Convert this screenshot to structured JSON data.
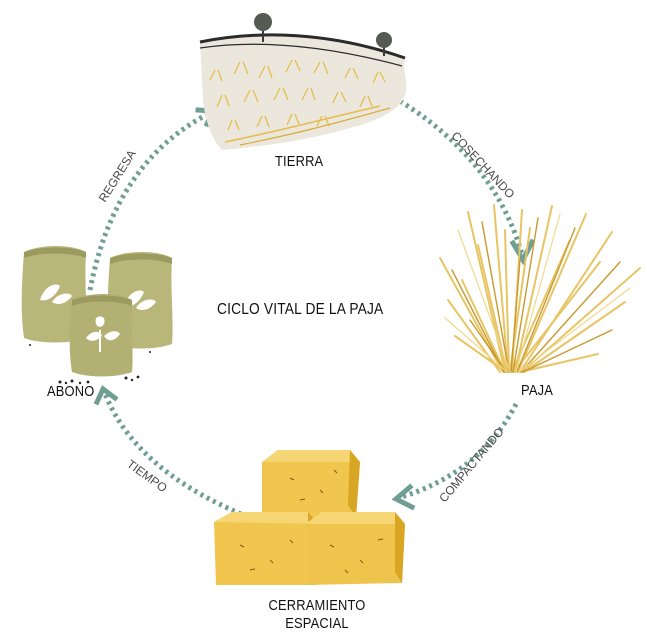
{
  "diagram": {
    "center_title": "CICLO VITAL DE LA PAJA",
    "nodes": [
      {
        "id": "tierra",
        "label": "TIERRA",
        "icon": "field-landscape-icon"
      },
      {
        "id": "paja",
        "label": "PAJA",
        "icon": "straw-bundle-icon"
      },
      {
        "id": "cerramiento",
        "label_line1": "CERRAMIENTO",
        "label_line2": "ESPACIAL",
        "icon": "hay-bales-icon"
      },
      {
        "id": "abono",
        "label": "ABONO",
        "icon": "fertilizer-sacks-icon"
      }
    ],
    "edges": [
      {
        "from": "tierra",
        "to": "paja",
        "label": "COSECHANDO"
      },
      {
        "from": "paja",
        "to": "cerramiento",
        "label": "COMPACTANDO"
      },
      {
        "from": "cerramiento",
        "to": "abono",
        "label": "TIEMPO"
      },
      {
        "from": "abono",
        "to": "tierra",
        "label": "REGRESA"
      }
    ],
    "colors": {
      "arrow": "#6f9e92",
      "straw": "#e8c564",
      "straw_dark": "#c99a2e",
      "bale": "#f0c64f",
      "bale_dark": "#d8a623",
      "sack": "#b9b67a",
      "sack_dark": "#9c9a5f",
      "ground": "#ece7dc",
      "text": "#111111"
    }
  }
}
